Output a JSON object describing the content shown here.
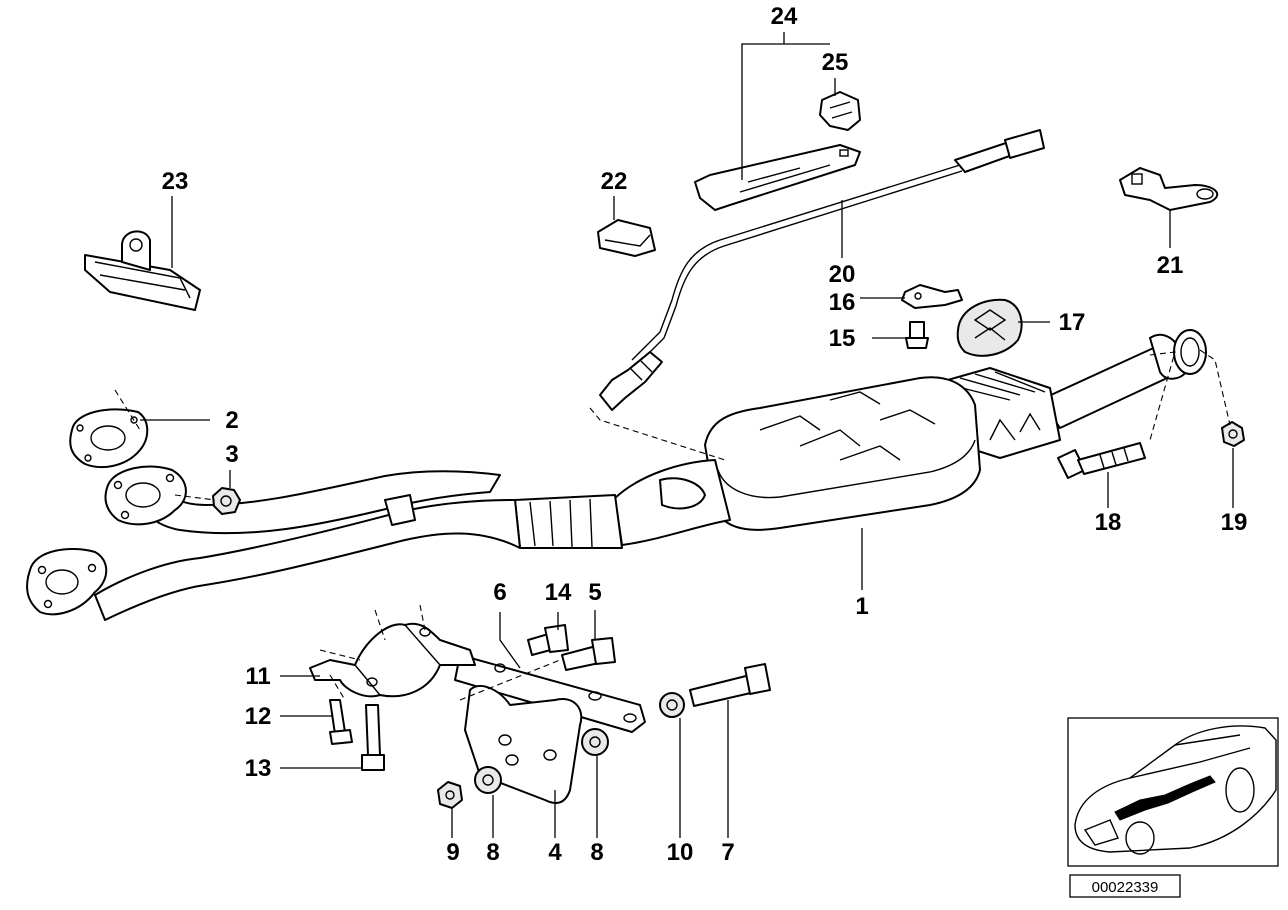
{
  "diagram": {
    "callouts": {
      "c1": "1",
      "c2": "2",
      "c3": "3",
      "c4": "4",
      "c5": "5",
      "c6": "6",
      "c7": "7",
      "c8a": "8",
      "c8b": "8",
      "c9": "9",
      "c10": "10",
      "c11": "11",
      "c12": "12",
      "c13": "13",
      "c14": "14",
      "c15": "15",
      "c16": "16",
      "c17": "17",
      "c18": "18",
      "c19": "19",
      "c20": "20",
      "c21": "21",
      "c22": "22",
      "c23": "23",
      "c24": "24",
      "c25": "25"
    },
    "diagram_code": "00022339"
  }
}
